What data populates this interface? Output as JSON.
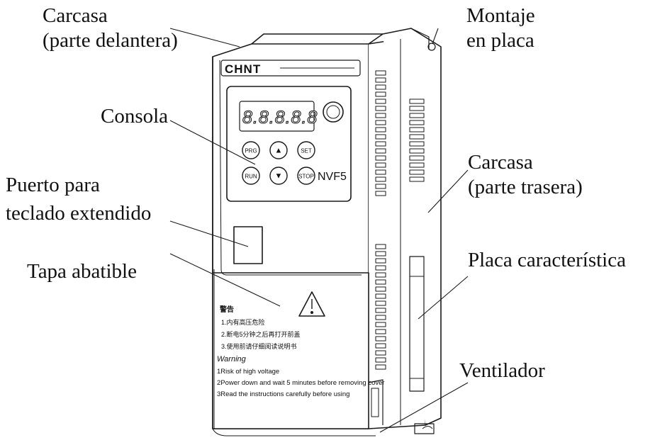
{
  "labels": {
    "carcasa_delantera": [
      "Carcasa",
      "(parte delantera)"
    ],
    "montaje": [
      "Montaje",
      "en placa"
    ],
    "consola": "Consola",
    "carcasa_trasera": [
      "Carcasa",
      "(parte trasera)"
    ],
    "puerto": [
      "Puerto para",
      "teclado extendido"
    ],
    "placa": "Placa característica",
    "tapa": "Tapa abatible",
    "ventilador": "Ventilador"
  },
  "device": {
    "brand": "CHNT",
    "display": "8.8.8.8.8",
    "model": "NVF5",
    "keys": [
      "PRG",
      "▲",
      "SET",
      "RUN",
      "▼",
      "STOP"
    ],
    "warning_title_cn": "警告",
    "warning_lines_cn": [
      "1.内有高压危险",
      "2.断电5分钟之后再打开前盖",
      "3.使用前请仔细阅读说明书"
    ],
    "warning_title_en": "Warning",
    "warning_lines_en": [
      "1Risk of high voltage",
      "2Power down and wait 5 minutes before removing cover",
      "3Read the instructions carefully before using"
    ]
  },
  "colors": {
    "line": "#1a1a1a",
    "text": "#111111",
    "background": "#ffffff"
  }
}
